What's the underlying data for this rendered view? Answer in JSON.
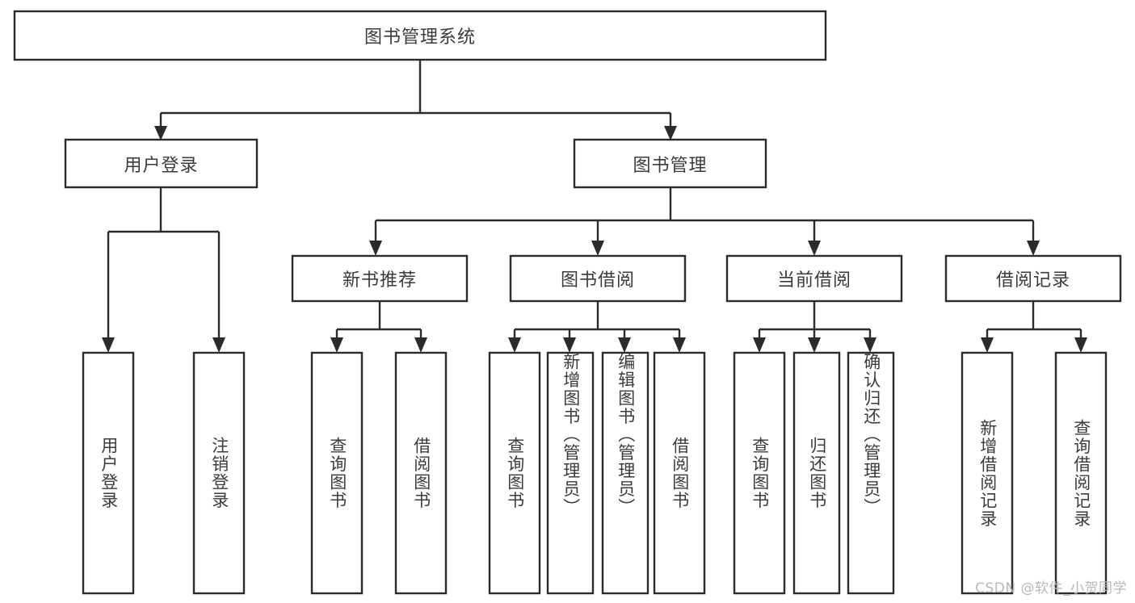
{
  "diagram": {
    "kind": "org-chart",
    "title": "图书管理系统",
    "colors": {
      "stroke": "#2b2b2b",
      "fill": "#ffffff",
      "text": "#3b3b3b",
      "background": "#ffffff",
      "watermark": "#b8b8b8"
    },
    "root": {
      "label": "图书管理系统",
      "orientation": "horizontal"
    },
    "level2": [
      {
        "label": "用户登录",
        "orientation": "horizontal"
      },
      {
        "label": "图书管理",
        "orientation": "horizontal"
      }
    ],
    "level3": [
      {
        "label": "新书推荐",
        "orientation": "horizontal"
      },
      {
        "label": "图书借阅",
        "orientation": "horizontal"
      },
      {
        "label": "当前借阅",
        "orientation": "horizontal"
      },
      {
        "label": "借阅记录",
        "orientation": "horizontal"
      }
    ],
    "leaves": {
      "user_login": [
        {
          "label": "用户登录",
          "orientation": "vertical"
        },
        {
          "label": "注销登录",
          "orientation": "vertical"
        }
      ],
      "new_book_recommend": [
        {
          "label": "查询图书",
          "orientation": "vertical"
        },
        {
          "label": "借阅图书",
          "orientation": "vertical"
        }
      ],
      "book_borrow": [
        {
          "label": "查询图书",
          "orientation": "vertical"
        },
        {
          "label": "新增图书（管理员）",
          "orientation": "vertical"
        },
        {
          "label": "编辑图书（管理员）",
          "orientation": "vertical"
        },
        {
          "label": "借阅图书",
          "orientation": "vertical"
        }
      ],
      "current_borrow": [
        {
          "label": "查询图书",
          "orientation": "vertical"
        },
        {
          "label": "归还图书",
          "orientation": "vertical"
        },
        {
          "label": "确认归还（管理员）",
          "orientation": "vertical"
        }
      ],
      "borrow_record": [
        {
          "label": "新增借阅记录",
          "orientation": "vertical"
        },
        {
          "label": "查询借阅记录",
          "orientation": "vertical"
        }
      ]
    }
  },
  "watermark": {
    "text": "CSDN @软件_小贺同学"
  }
}
